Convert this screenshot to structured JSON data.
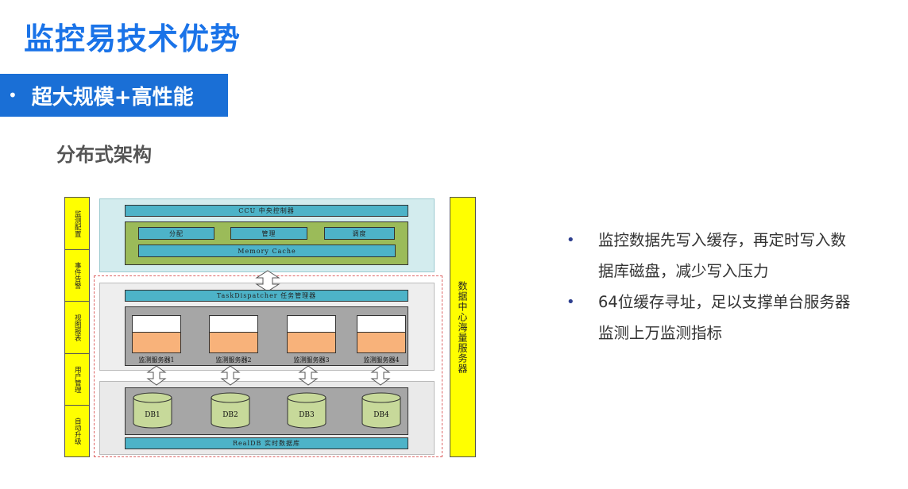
{
  "title": "监控易技术优势",
  "banner": {
    "bullet": "•",
    "text": "超大规模+高性能"
  },
  "subtitle": "分布式架构",
  "diagram": {
    "left_column": [
      "监测配置",
      "事件告警",
      "视图报表",
      "用户管理",
      "自动升级"
    ],
    "right_column": "数据中心海量服务器",
    "ccu": "CCU 中央控制器",
    "modules": [
      "分配",
      "管理",
      "调度"
    ],
    "memory_cache": "Memory Cache",
    "task_dispatcher": "TaskDispatcher 任务管理器",
    "servers": [
      "监测服务器1",
      "监测服务器2",
      "监测服务器3",
      "监测服务器4"
    ],
    "databases": [
      "DB1",
      "DB2",
      "DB3",
      "DB4"
    ],
    "realdb": "RealDB 实时数据库",
    "colors": {
      "yellow": "#ffff00",
      "teal_bar": "#4db3c8",
      "green": "#9bbb59",
      "orange": "#f8b27a",
      "db_fill": "#c7d99a"
    }
  },
  "bullets": [
    "监控数据先写入缓存，再定时写入数据库磁盘，减少写入压力",
    "64位缓存寻址，足以支撑单台服务器监测上万监测指标"
  ],
  "accent_color": "#1a73e8"
}
